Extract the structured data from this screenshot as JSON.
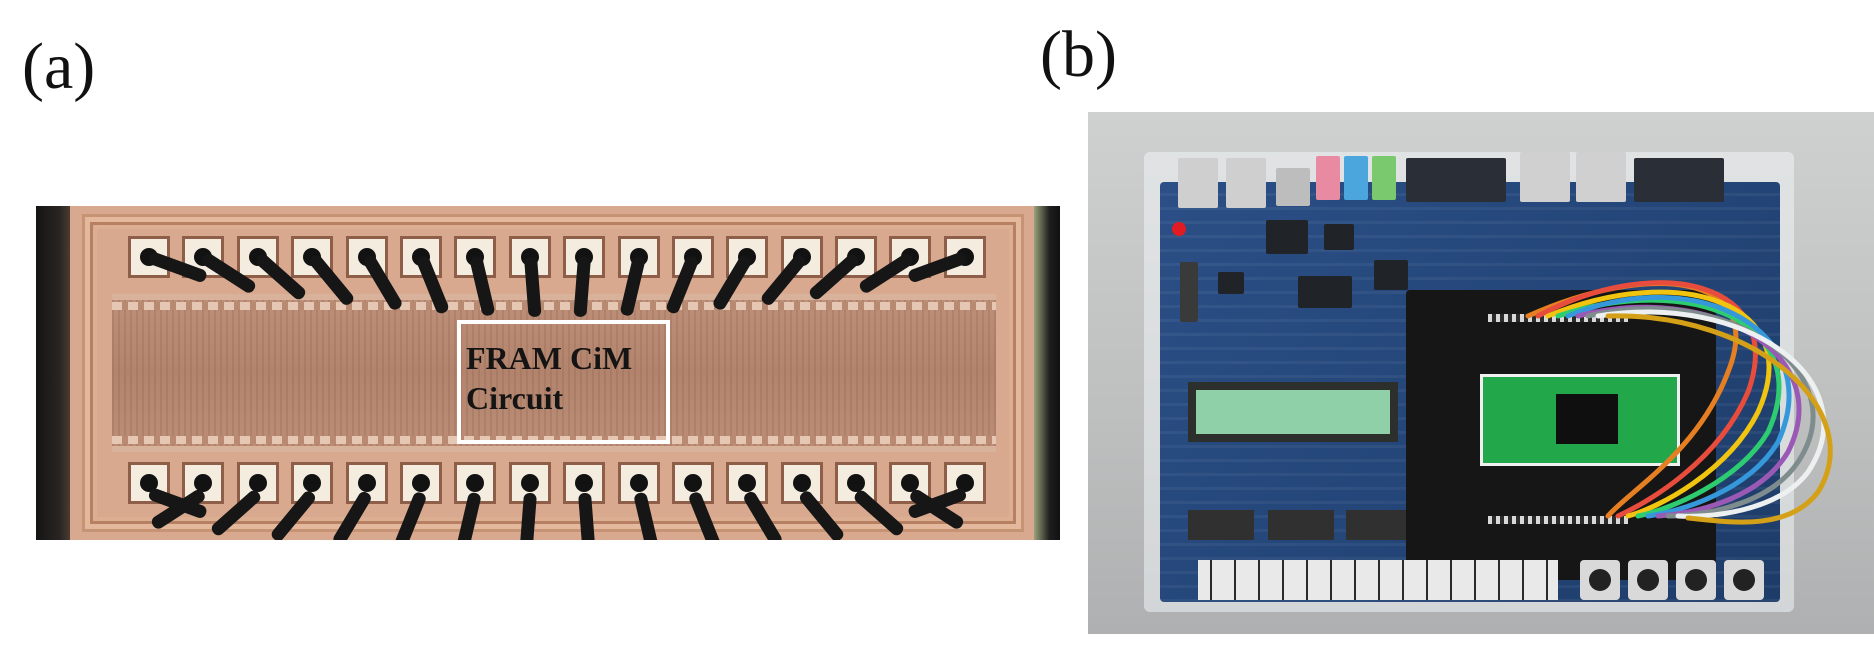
{
  "figure": {
    "panel_a_label": "(a)",
    "panel_b_label": "(b)",
    "panel_a": {
      "roi_label": "FRAM CiM\nCircuit",
      "pads_top": 16,
      "pads_bottom": 16
    }
  },
  "colors": {
    "chip": "#d8a88f",
    "board": "#244679",
    "daughter_board": "#161616",
    "green_pcb": "#22a84a",
    "lcd": "#8fd0a9"
  }
}
